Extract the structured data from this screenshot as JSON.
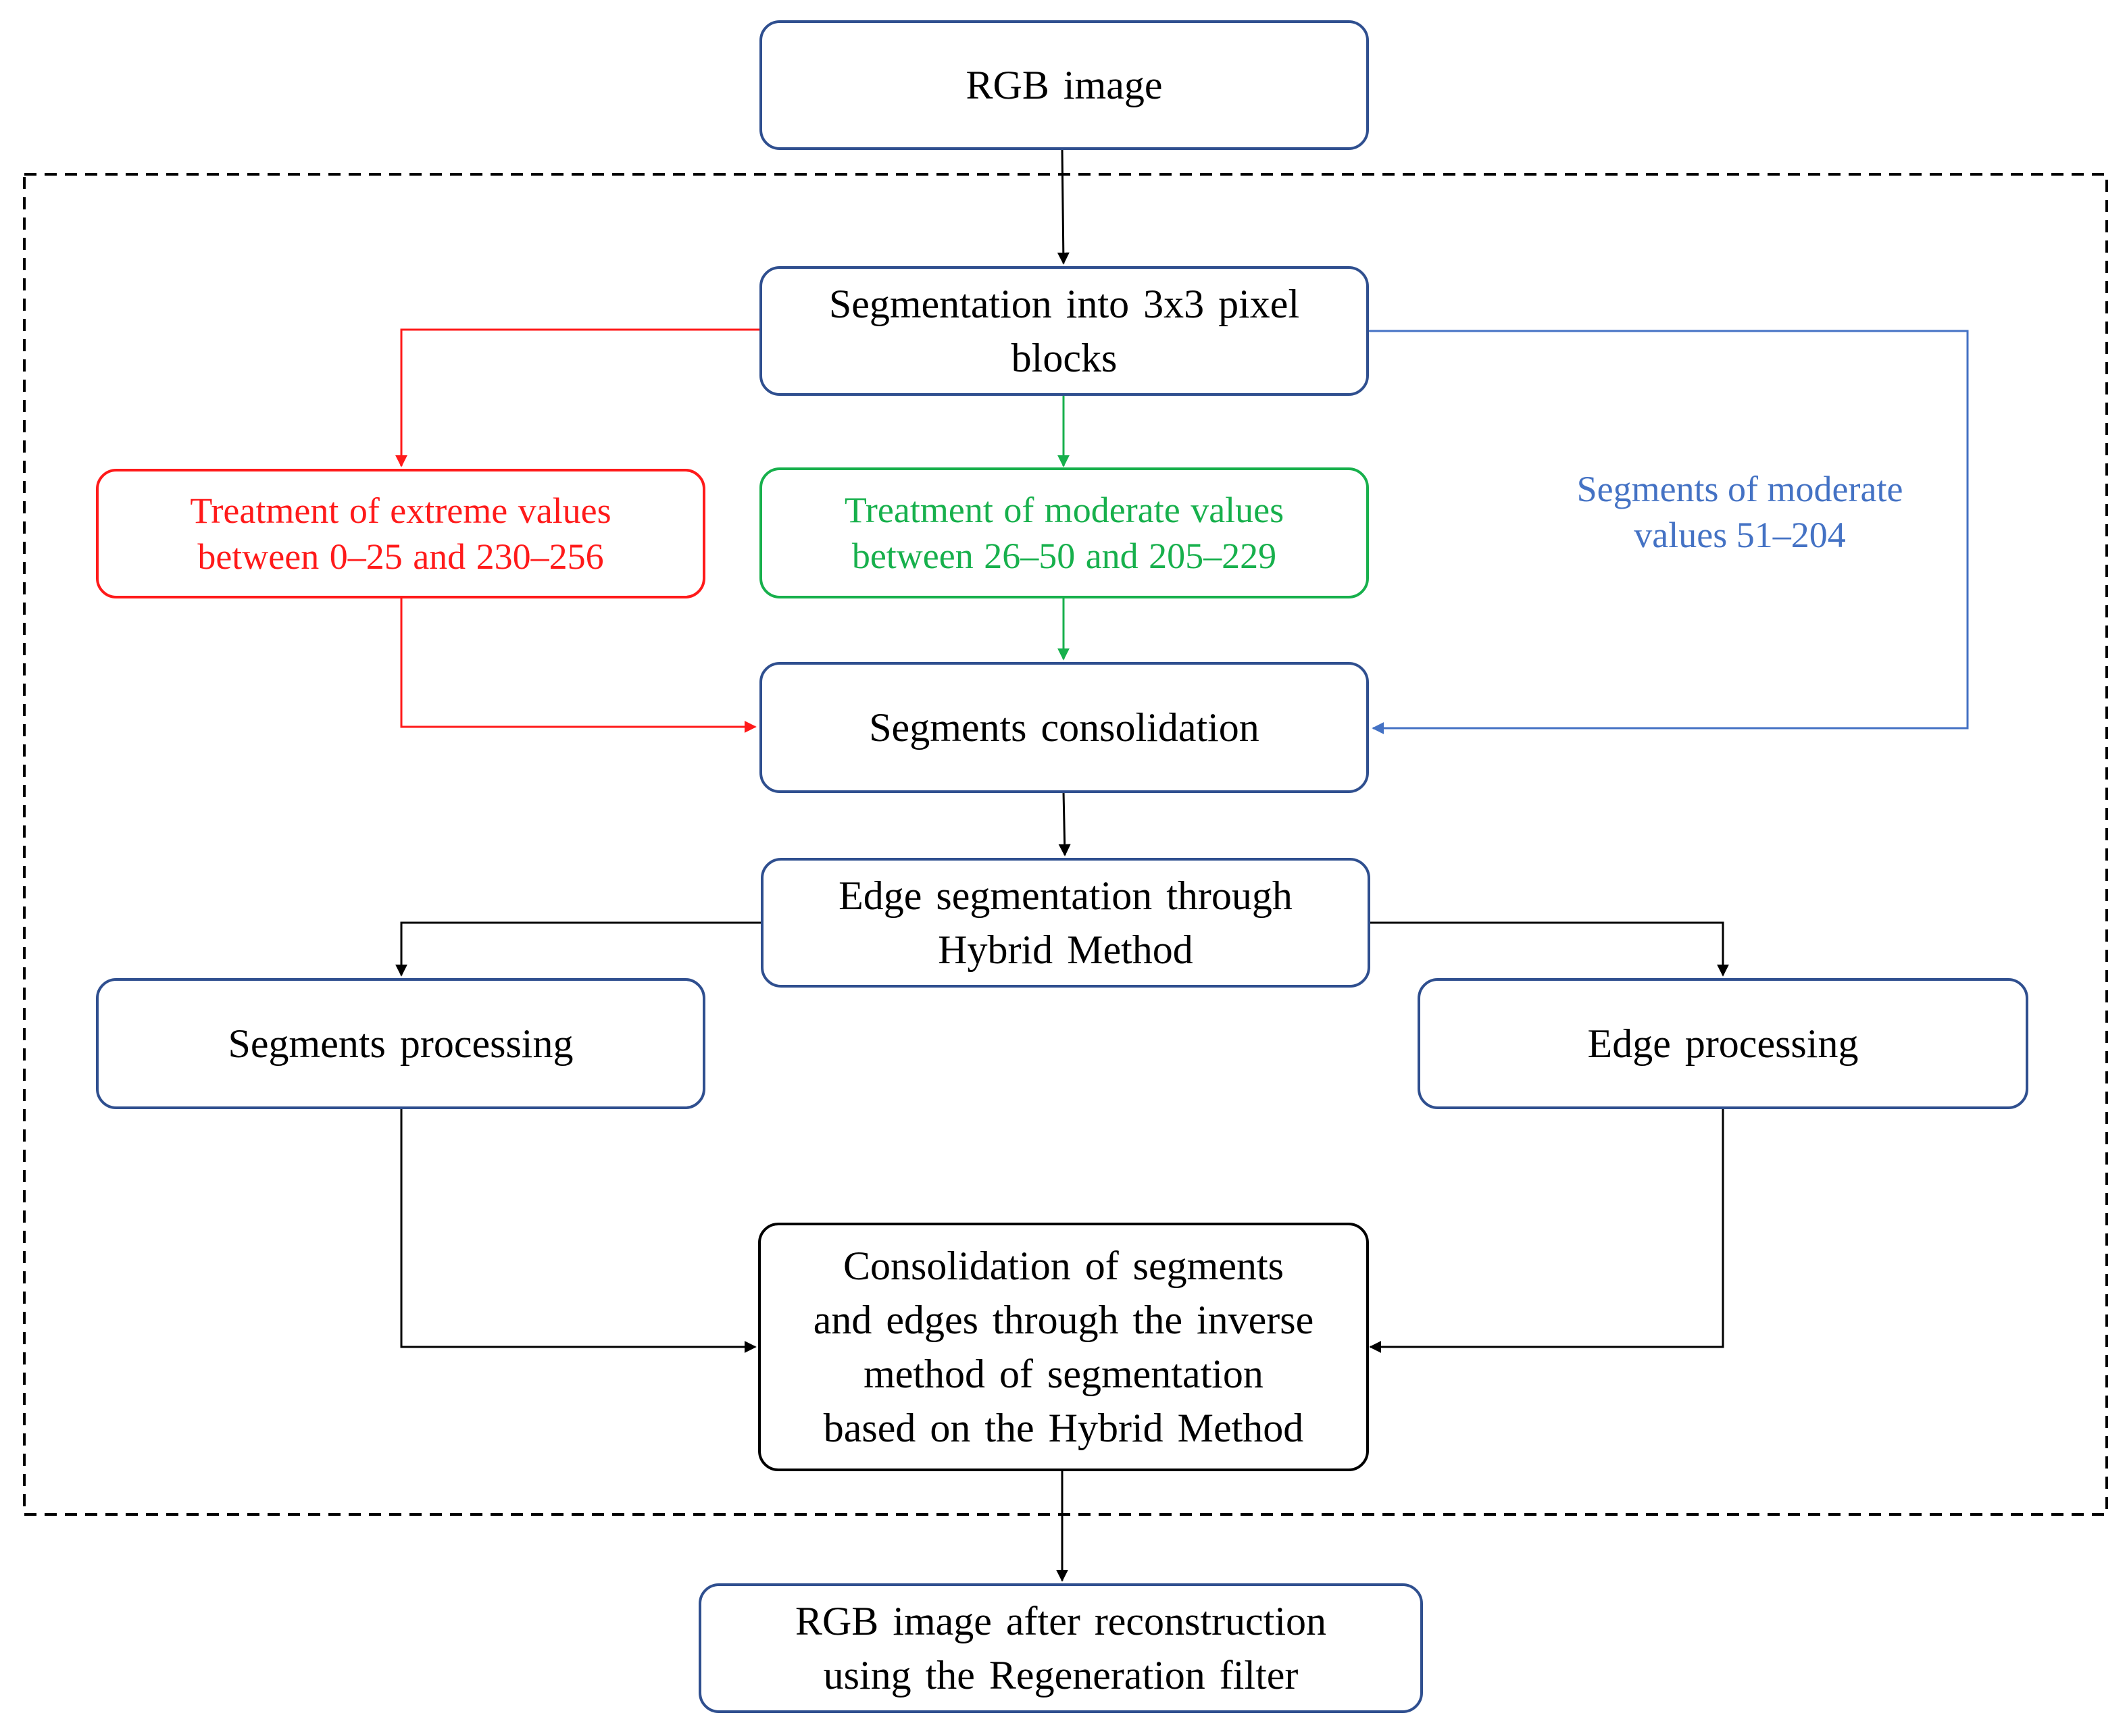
{
  "colors": {
    "box_border": "#2F4F8F",
    "extreme": "#FF1A1A",
    "moderate": "#17B04C",
    "moderate_bypass": "#4472C4",
    "arrow": "#000000"
  },
  "nodes": {
    "rgb_input": {
      "lines": [
        "RGB image"
      ]
    },
    "segmentation": {
      "lines": [
        "Segmentation  into 3x3 pixel",
        "blocks"
      ]
    },
    "extreme": {
      "lines": [
        "Treatment  of extreme values",
        "between 0–25 and 230–256"
      ]
    },
    "moderate": {
      "lines": [
        "Treatment of moderate values",
        "between 26–50  and 205–229"
      ]
    },
    "bypass_label": {
      "lines": [
        "Segments of moderate",
        "values 51–204"
      ]
    },
    "consolidation": {
      "lines": [
        "Segments  consolidation"
      ]
    },
    "edge_segmentation": {
      "lines": [
        "Edge segmentation  through",
        "Hybrid  Method"
      ]
    },
    "segments_processing": {
      "lines": [
        "Segments  processing"
      ]
    },
    "edge_processing": {
      "lines": [
        "Edge processing"
      ]
    },
    "final_consolidation": {
      "lines": [
        "Consolidation  of segments",
        "and edges through  the inverse",
        "method of segmentation",
        "based on the Hybrid  Method"
      ]
    },
    "rgb_output": {
      "lines": [
        "RGB image  after reconstruction",
        "using  the Regeneration  filter"
      ]
    }
  }
}
